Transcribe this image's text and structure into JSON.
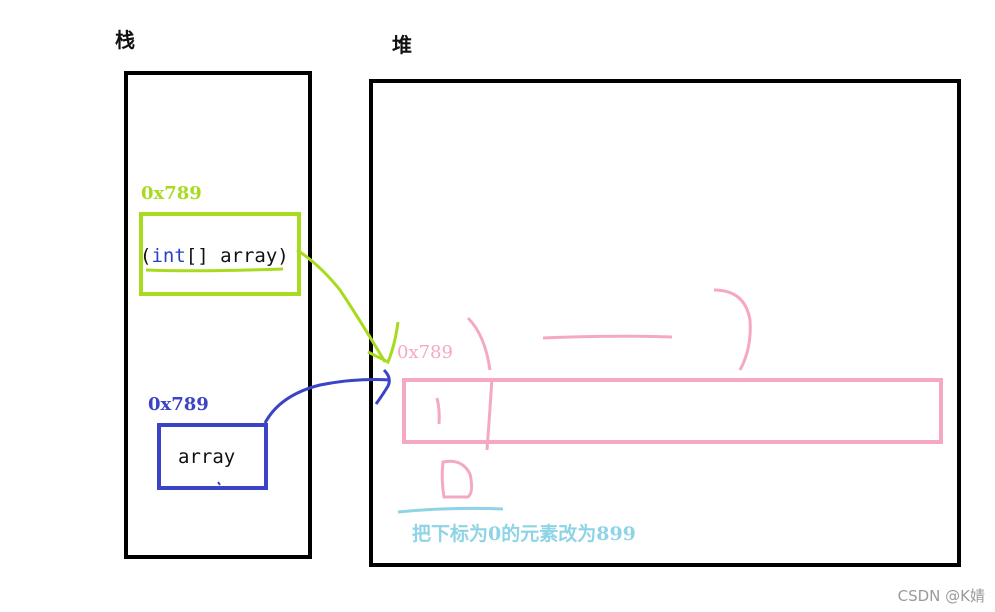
{
  "stack": {
    "title": "栈",
    "frame_param": {
      "address": "0x789",
      "code_prefix": "(",
      "code_keyword": "int",
      "code_rest": "[] array)"
    },
    "frame_local": {
      "address": "0x789",
      "label": "array"
    }
  },
  "heap": {
    "title": "堆",
    "array_address": "0x789",
    "note": "把下标为0的元素改为899"
  },
  "watermark": "CSDN @K婧"
}
